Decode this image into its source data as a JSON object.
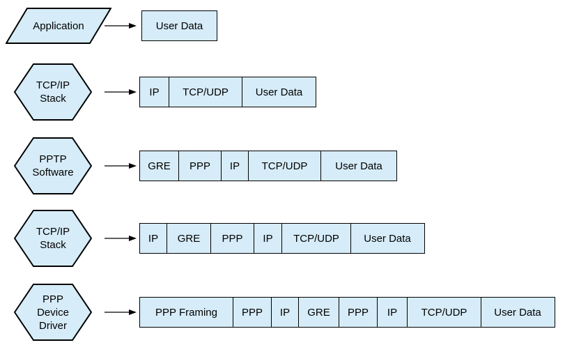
{
  "diagram": {
    "colors": {
      "shape_fill": "#d6ecf8",
      "shape_border": "#000000",
      "arrow": "#000000",
      "text": "#000000",
      "background": "#ffffff"
    },
    "rows": [
      {
        "stage": {
          "shape": "parallelogram",
          "lines": [
            "Application"
          ]
        },
        "packet": [
          {
            "label": "User Data",
            "width": 109
          }
        ]
      },
      {
        "stage": {
          "shape": "hexagon",
          "lines": [
            "TCP/IP",
            "Stack"
          ]
        },
        "packet": [
          {
            "label": "IP",
            "width": 43
          },
          {
            "label": "TCP/UDP",
            "width": 107
          },
          {
            "label": "User Data",
            "width": 107
          }
        ]
      },
      {
        "stage": {
          "shape": "hexagon",
          "lines": [
            "PPTP",
            "Software"
          ]
        },
        "packet": [
          {
            "label": "GRE",
            "width": 57
          },
          {
            "label": "PPP",
            "width": 63
          },
          {
            "label": "IP",
            "width": 40
          },
          {
            "label": "TCP/UDP",
            "width": 106
          },
          {
            "label": "User Data",
            "width": 110
          }
        ]
      },
      {
        "stage": {
          "shape": "hexagon",
          "lines": [
            "TCP/IP",
            "Stack"
          ]
        },
        "packet": [
          {
            "label": "IP",
            "width": 40
          },
          {
            "label": "GRE",
            "width": 65
          },
          {
            "label": "PPP",
            "width": 63
          },
          {
            "label": "IP",
            "width": 42
          },
          {
            "label": "TCP/UDP",
            "width": 100
          },
          {
            "label": "User Data",
            "width": 107
          }
        ]
      },
      {
        "stage": {
          "shape": "hexagon",
          "lines": [
            "PPP",
            "Device",
            "Driver"
          ]
        },
        "packet": [
          {
            "label": "PPP Framing",
            "width": 135
          },
          {
            "label": "PPP",
            "width": 57
          },
          {
            "label": "IP",
            "width": 40
          },
          {
            "label": "GRE",
            "width": 60
          },
          {
            "label": "PPP",
            "width": 56
          },
          {
            "label": "IP",
            "width": 45
          },
          {
            "label": "TCP/UDP",
            "width": 107
          },
          {
            "label": "User Data",
            "width": 107
          }
        ]
      }
    ]
  }
}
